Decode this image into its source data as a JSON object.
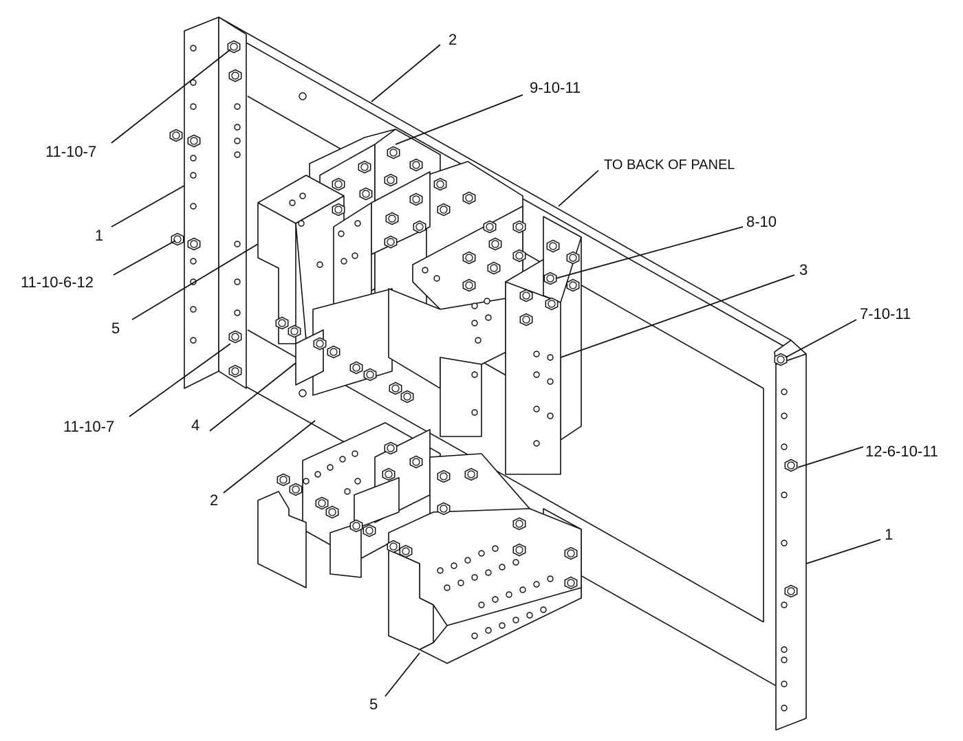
{
  "callouts": {
    "c_11_10_7_top": "11-10-7",
    "c_1_left": "1",
    "c_11_10_6_12": "11-10-6-12",
    "c_5_upper": "5",
    "c_11_10_7_bottom": "11-10-7",
    "c_4": "4",
    "c_2_bottom": "2",
    "c_5_lower": "5",
    "c_2_top": "2",
    "c_9_10_11": "9-10-11",
    "c_to_back_of_panel": "TO BACK OF PANEL",
    "c_8_10": "8-10",
    "c_3": "3",
    "c_7_10_11": "7-10-11",
    "c_12_6_10_11": "12-6-10-11",
    "c_1_right": "1"
  },
  "icons": {
    "fastener": "hex-nut-icon",
    "mounting_hole": "hole-icon"
  }
}
